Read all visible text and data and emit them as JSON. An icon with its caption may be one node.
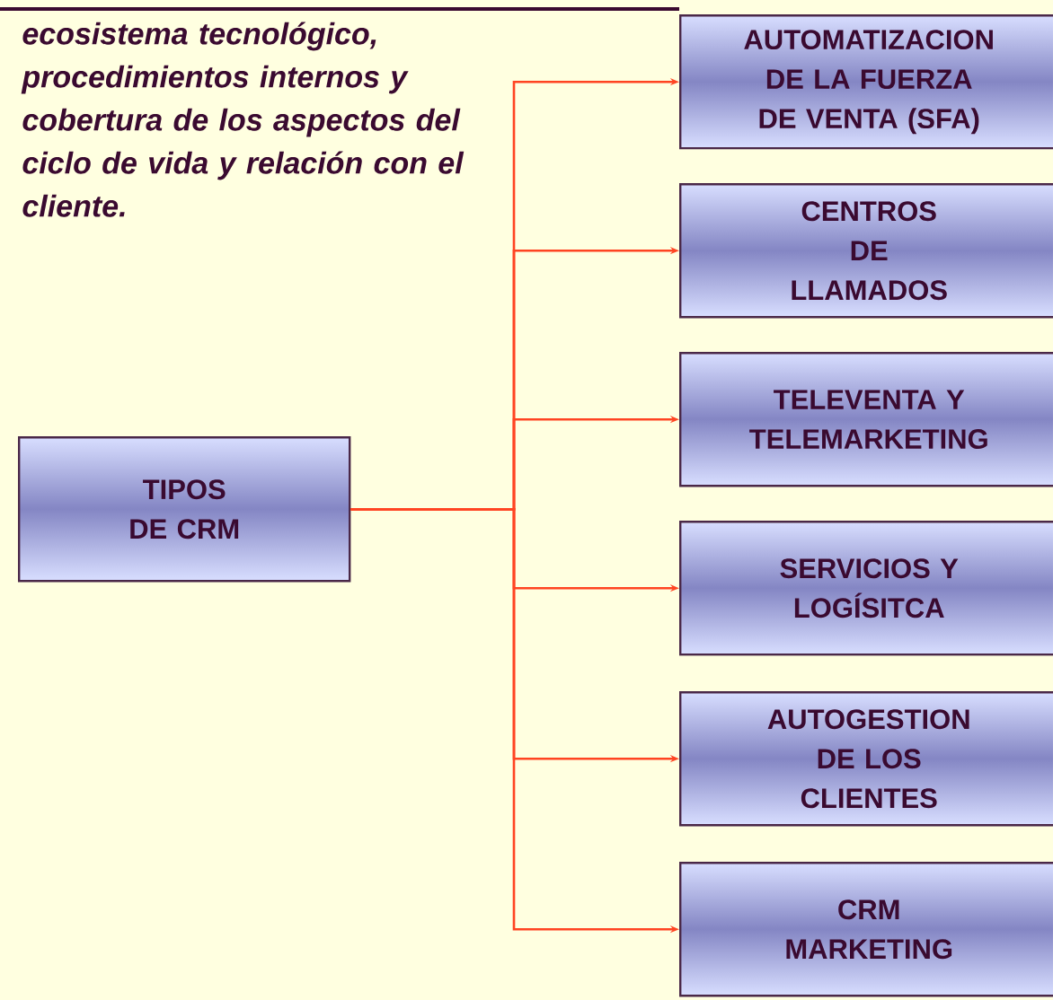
{
  "diagram": {
    "nodes": [
      {
        "text": [
          "TIPOS DE CRM"
        ]
      },
      {
        "text": [
          "AUTOMATIZACION DE LA FUERZA DE VENTA (SFA)"
        ]
      },
      {
        "text": [
          "CENTROS DE LLAMADOS"
        ]
      },
      {
        "text": [
          "TELEVENTA Y TELEMARKETING"
        ]
      },
      {
        "text": [
          "SERVICIOS Y LOGÍSITCA"
        ]
      },
      {
        "text": [
          "AUTOGESTION DE LOS CLIENTES"
        ]
      },
      {
        "text": [
          "CRM MARKETING"
        ]
      }
    ],
    "edges": [
      {
        "from": 0,
        "to": 1,
        "arrow": "to"
      },
      {
        "from": 0,
        "to": 2,
        "arrow": "to"
      },
      {
        "from": 0,
        "to": 3,
        "arrow": "to"
      },
      {
        "from": 0,
        "to": 4,
        "arrow": "to"
      },
      {
        "from": 0,
        "to": 5,
        "arrow": "to"
      },
      {
        "from": 0,
        "to": 6,
        "arrow": "to"
      }
    ],
    "labels": [
      "ecosistema tecnológico, procedimientos internos y cobertura de los aspectos del ciclo de vida y relación con el cliente."
    ]
  }
}
